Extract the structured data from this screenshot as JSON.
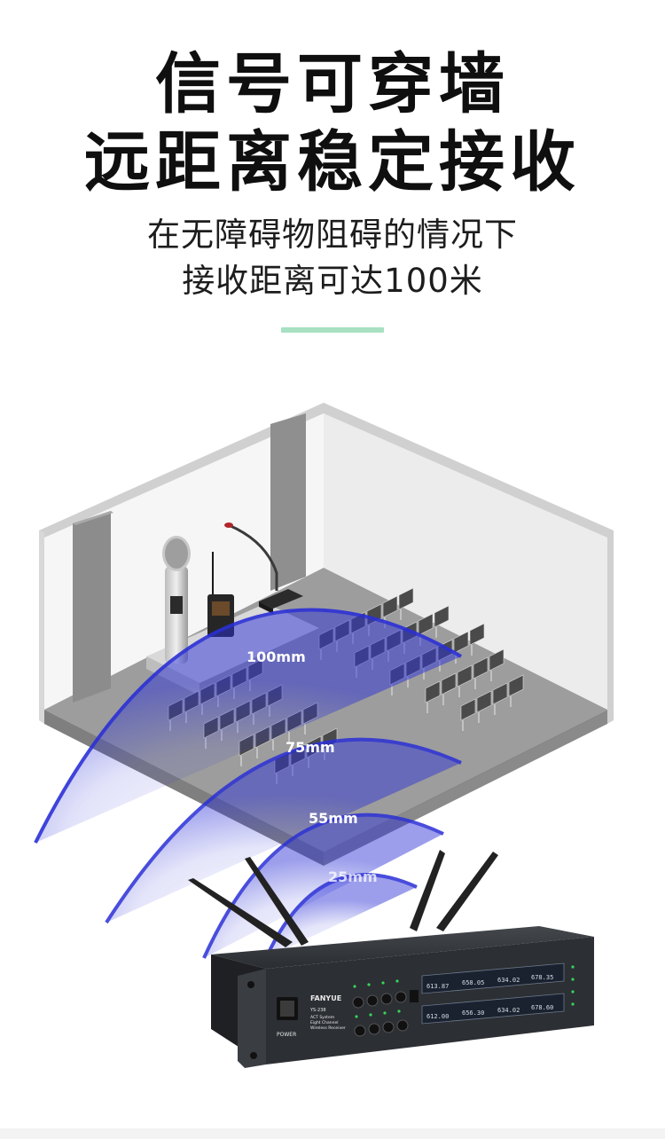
{
  "headline": {
    "line1": "信号可穿墙",
    "line2": "远距离稳定接收"
  },
  "subheadline": {
    "line1": "在无障碍物阻碍的情况下",
    "line2": "接收距离可达100米"
  },
  "colors": {
    "accent_divider": "#a8e0c2",
    "signal_blue": "#2a2fd6",
    "room_floor": "#9d9d9d",
    "device_body": "#2a2d31"
  },
  "signal_rings": [
    {
      "label": "100mm"
    },
    {
      "label": "75mm"
    },
    {
      "label": "55mm"
    },
    {
      "label": "25mm"
    }
  ],
  "receiver": {
    "power_label": "POWER",
    "brand": "FANYUE",
    "model": "YS-238",
    "desc_line1": "ACT System",
    "desc_line2": "Eight Channel",
    "desc_line3": "Wireless Receiver",
    "lcd_values": [
      "613.87",
      "658.05",
      "634.02",
      "678.35",
      "612.00",
      "656.30",
      "634.02",
      "678.60"
    ]
  }
}
